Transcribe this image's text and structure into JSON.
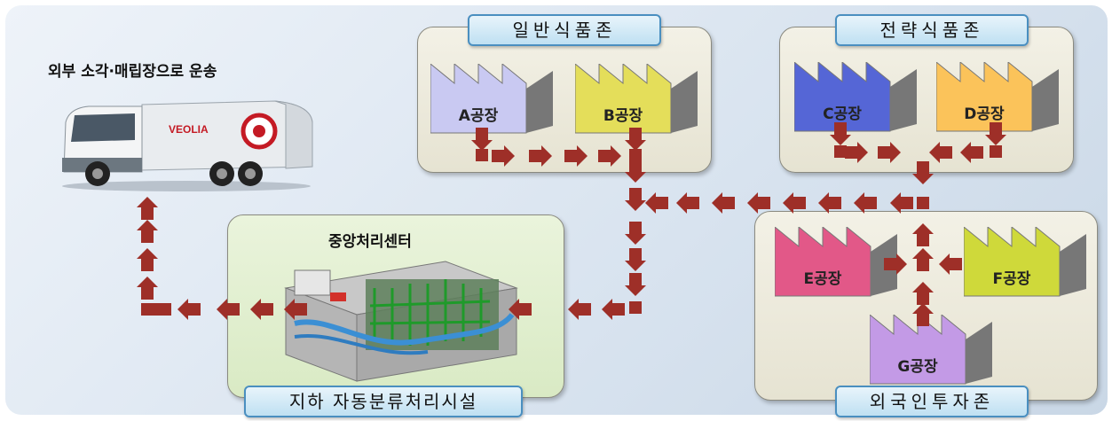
{
  "transport_caption": "외부 소각·매립장으로 운송",
  "center_caption": "중앙처리센터",
  "zones": {
    "general": {
      "title": "일반식품존"
    },
    "strategic": {
      "title": "전략식품존"
    },
    "foreign": {
      "title": "외국인투자존"
    },
    "center": {
      "title": "지하 자동분류처리시설"
    }
  },
  "truck_brand": "VEOLIA",
  "factories": {
    "a": {
      "label": "A공장",
      "color": "#c9c9f2"
    },
    "b": {
      "label": "B공장",
      "color": "#e4de5a"
    },
    "c": {
      "label": "C공장",
      "color": "#5566d6"
    },
    "d": {
      "label": "D공장",
      "color": "#fbc35a"
    },
    "e": {
      "label": "E공장",
      "color": "#e25888"
    },
    "f": {
      "label": "F공장",
      "color": "#cfd93a"
    },
    "g": {
      "label": "G공장",
      "color": "#c39ae6"
    }
  },
  "colors": {
    "arrow": "#9e2f28",
    "zone_title_border": "#4a8fc0",
    "zone_fill": "#ebe8d8",
    "center_fill": "#dfeecb"
  }
}
